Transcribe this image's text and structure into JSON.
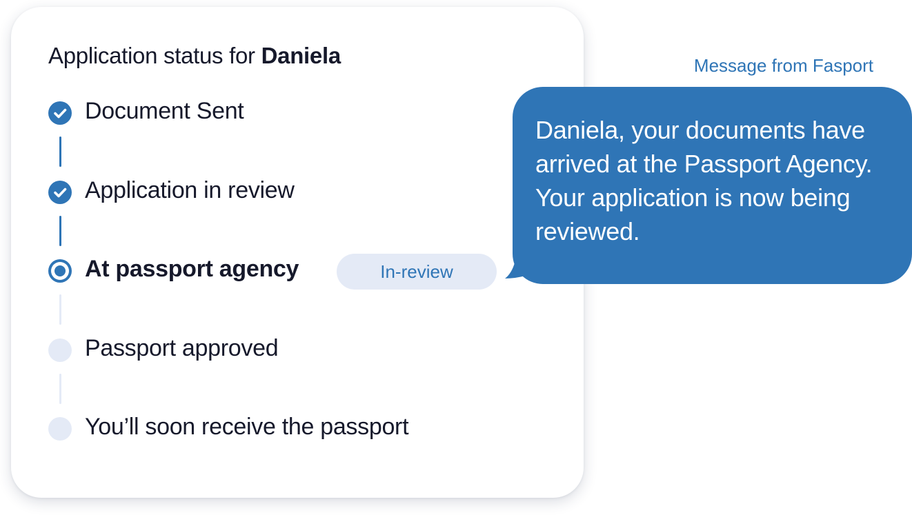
{
  "card": {
    "title_prefix": "Application status for",
    "title_name": "Daniela",
    "steps": [
      {
        "label": "Document Sent",
        "state": "done",
        "icon": "check-circle-icon"
      },
      {
        "label": "Application in review",
        "state": "done",
        "icon": "check-circle-icon"
      },
      {
        "label": "At passport agency",
        "state": "current",
        "icon": "radio-circle-icon",
        "badge": "In-review"
      },
      {
        "label": "Passport approved",
        "state": "pending",
        "icon": "empty-circle-icon"
      },
      {
        "label": "You’ll soon receive the passport",
        "state": "pending",
        "icon": "empty-circle-icon"
      }
    ]
  },
  "message": {
    "header": "Message from Fasport",
    "text": "Daniela, your documents have arrived at the Passport Agency. Your application is now being reviewed."
  },
  "colors": {
    "accent": "#2f75b6",
    "pending": "#e4eaf6",
    "text": "#16192b",
    "background": "#ffffff"
  }
}
